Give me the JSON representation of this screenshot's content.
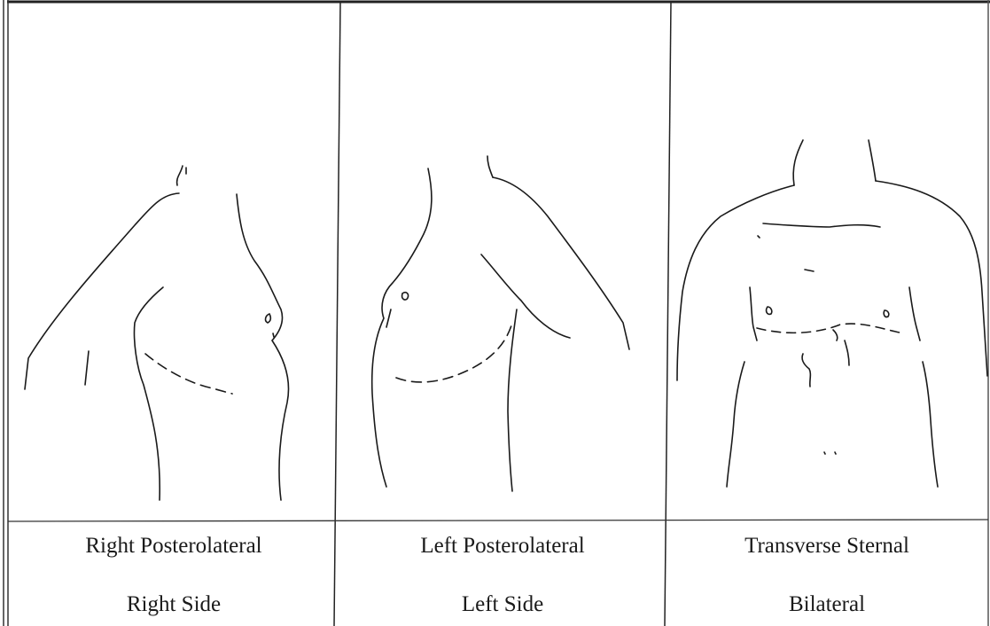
{
  "panels": [
    {
      "incision": "Right Posterolateral",
      "side": "Right Side",
      "figure": "torso-right-side-drawing"
    },
    {
      "incision": "Left Posterolateral",
      "side": "Left Side",
      "figure": "torso-left-side-drawing"
    },
    {
      "incision": "Transverse Sternal",
      "side": "Bilateral",
      "figure": "torso-front-drawing"
    }
  ]
}
